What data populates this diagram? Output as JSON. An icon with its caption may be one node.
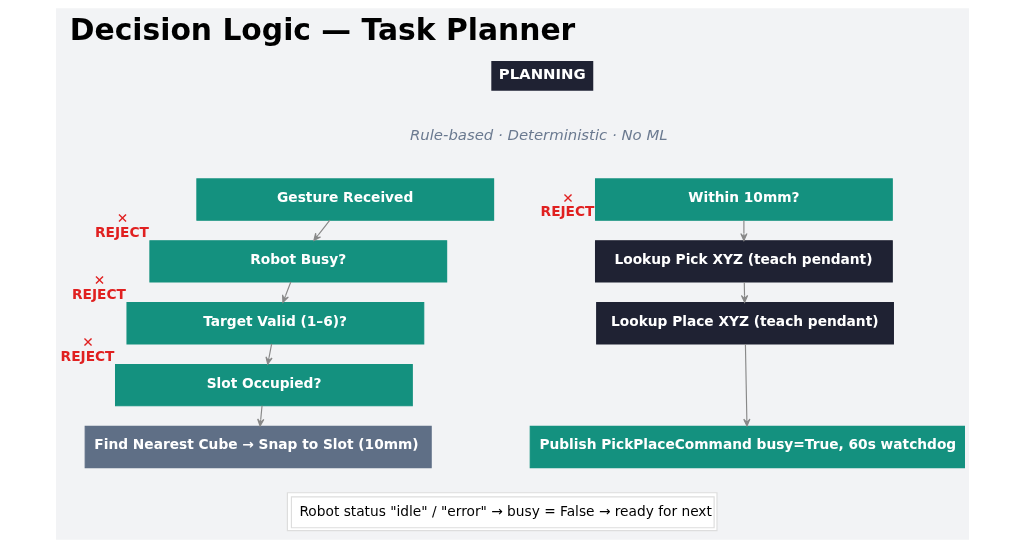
{
  "diagram": {
    "title": "Decision Logic — Task Planner",
    "nodes": [
      {
        "text": [
          "Gesture Received"
        ]
      },
      {
        "text": [
          "Robot Busy?"
        ],
        "beside": [
          "✕",
          "REJECT"
        ]
      },
      {
        "text": [
          "Target Valid (1–6)?"
        ],
        "beside": [
          "✕",
          "REJECT"
        ]
      },
      {
        "text": [
          "Slot Occupied?"
        ],
        "beside": [
          "✕",
          "REJECT"
        ]
      },
      {
        "text": [
          "Find Nearest Cube → Snap to Slot (10mm)"
        ]
      },
      {
        "text": [
          "Within 10mm?"
        ],
        "beside": [
          "✕",
          "REJECT"
        ]
      },
      {
        "text": [
          "Lookup Pick XYZ (teach pendant)"
        ]
      },
      {
        "text": [
          "Lookup Place XYZ (teach pendant)"
        ]
      },
      {
        "text": [
          "Publish PickPlaceCommand busy=True, 60s watchdog"
        ]
      }
    ],
    "edges": [
      {
        "from": 0,
        "to": 1,
        "arrow": "to"
      },
      {
        "from": 1,
        "to": 2,
        "arrow": "to"
      },
      {
        "from": 2,
        "to": 3,
        "arrow": "to"
      },
      {
        "from": 3,
        "to": 4,
        "arrow": "to"
      },
      {
        "from": 5,
        "to": 6,
        "arrow": "to"
      },
      {
        "from": 6,
        "to": 7,
        "arrow": "to"
      },
      {
        "from": 7,
        "to": 8,
        "arrow": "to"
      }
    ],
    "labels": [
      "PLANNING",
      "Rule-based · Deterministic · No ML",
      "Robot status \"idle\" / \"error\" → busy = False → ready for next"
    ]
  }
}
